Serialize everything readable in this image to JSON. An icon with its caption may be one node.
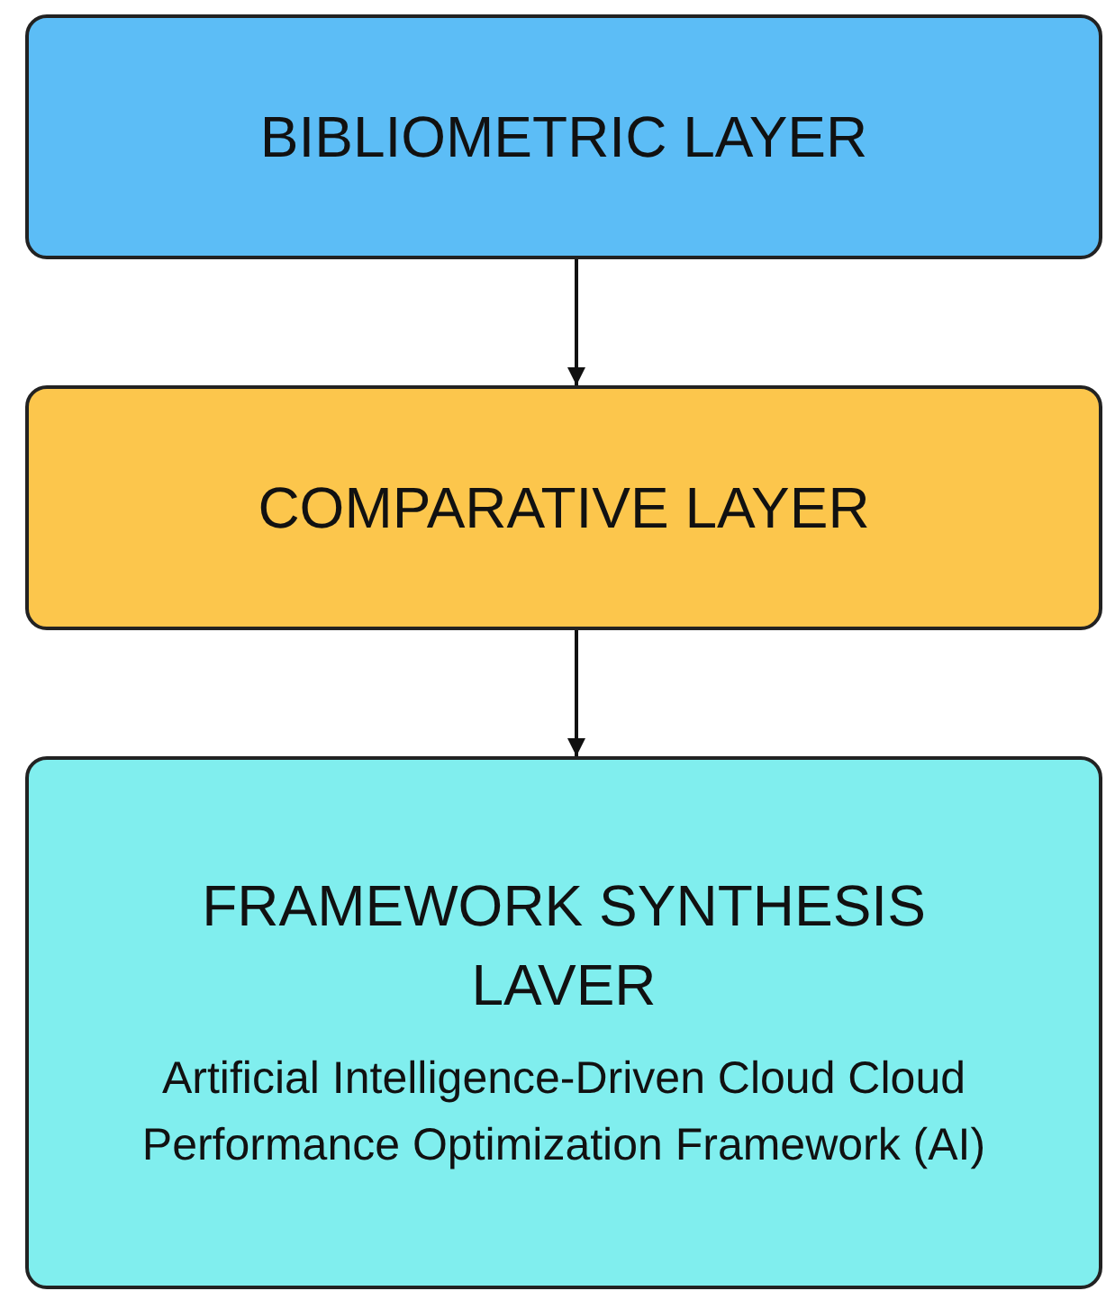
{
  "diagram": {
    "nodes": [
      {
        "text": [
          "BIBLIOMETRIC LAYER"
        ]
      },
      {
        "text": [
          "COMPARATIVE LAYER"
        ]
      },
      {
        "text": [
          "FRAMEWORK SYNTHESIS LAVER",
          "Artificial Intelligence-Driven Cloud Cloud Performance Optimization Framework (AI)"
        ]
      }
    ],
    "edges": [
      {
        "from": 0,
        "to": 1,
        "arrow": "to"
      },
      {
        "from": 1,
        "to": 2,
        "arrow": "to"
      }
    ]
  }
}
